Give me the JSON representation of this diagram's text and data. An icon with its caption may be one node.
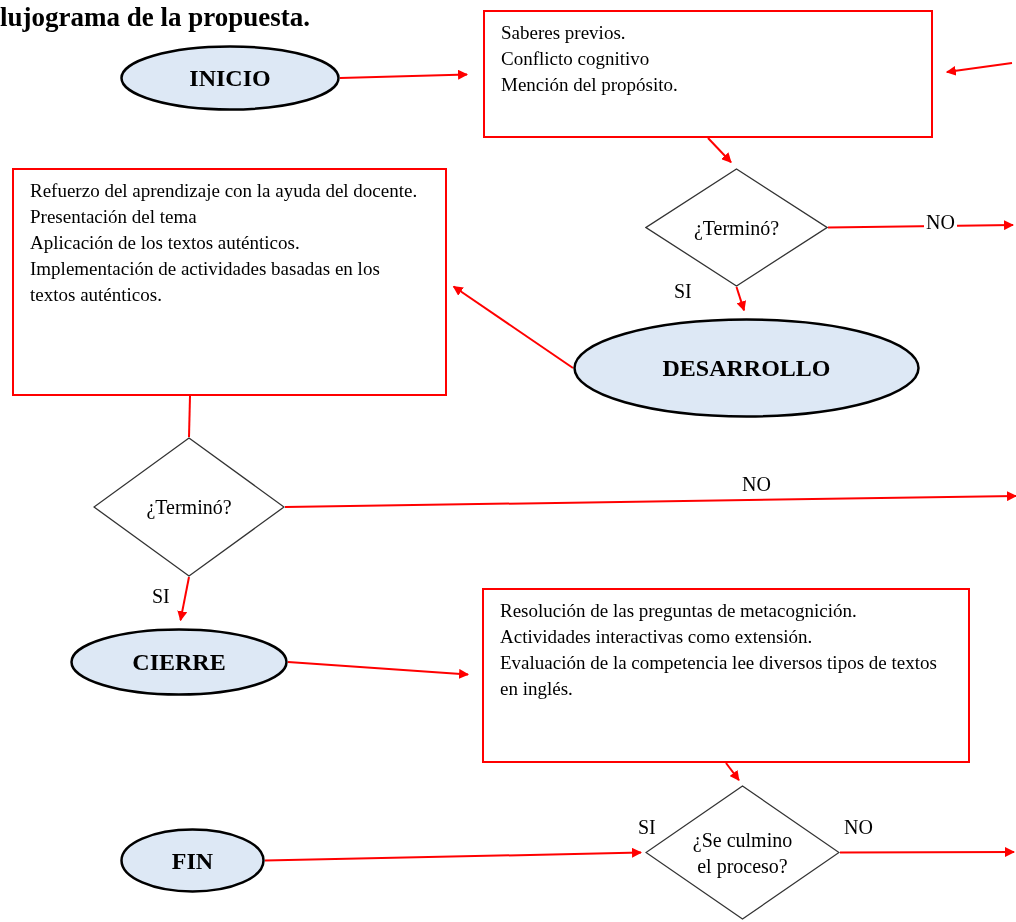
{
  "diagram": {
    "title": "lujograma de la propuesta.",
    "nodes": [
      {
        "text": [
          "INICIO"
        ]
      },
      {
        "text": [
          "Saberes previos.",
          "Conflicto cognitivo",
          "Mención del propósito."
        ]
      },
      {
        "text": [
          "¿Terminó?"
        ]
      },
      {
        "text": [
          "DESARROLLO"
        ]
      },
      {
        "text": [
          "Refuerzo del aprendizaje con la ayuda del docente.",
          "Presentación del tema",
          "Aplicación de los textos auténticos.",
          "Implementación de actividades basadas en los textos auténticos."
        ]
      },
      {
        "text": [
          "¿Terminó?"
        ]
      },
      {
        "text": [
          "CIERRE"
        ]
      },
      {
        "text": [
          "Resolución de las preguntas de metacognición.",
          "Actividades interactivas como extensión.",
          "Evaluación de la competencia lee diversos tipos de textos en inglés."
        ]
      },
      {
        "text": [
          "¿Se culmino el proceso?"
        ]
      },
      {
        "text": [
          "FIN"
        ]
      }
    ],
    "edges": [
      {
        "from": 0,
        "to": 1,
        "arrow": "to"
      },
      {
        "from": null,
        "to": 1,
        "arrow": "to"
      },
      {
        "from": 1,
        "to": 2,
        "arrow": "to"
      },
      {
        "from": 2,
        "to": null,
        "arrow": "to",
        "label": "NO"
      },
      {
        "from": 2,
        "to": 3,
        "arrow": "to",
        "label": "SI"
      },
      {
        "from": 3,
        "to": 4,
        "arrow": "to"
      },
      {
        "from": 4,
        "to": 5,
        "arrow": "none"
      },
      {
        "from": 5,
        "to": null,
        "arrow": "to",
        "label": "NO"
      },
      {
        "from": 5,
        "to": 6,
        "arrow": "to",
        "label": "SI"
      },
      {
        "from": 6,
        "to": 7,
        "arrow": "to"
      },
      {
        "from": 7,
        "to": 8,
        "arrow": "to"
      },
      {
        "from": 9,
        "to": 8,
        "arrow": "to",
        "label": "SI"
      },
      {
        "from": 8,
        "to": null,
        "arrow": "to",
        "label": "NO"
      }
    ]
  }
}
